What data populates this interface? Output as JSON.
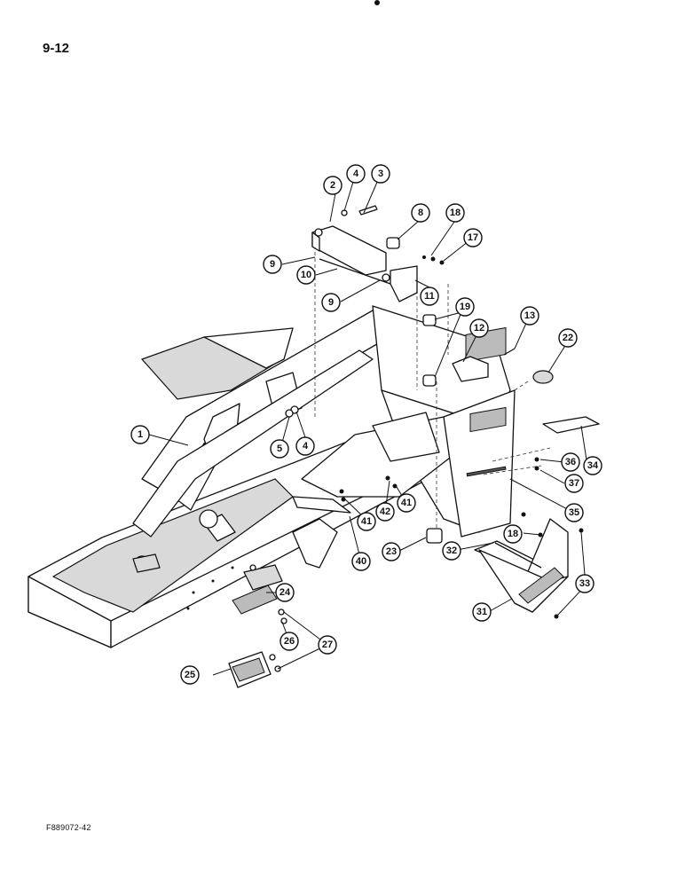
{
  "page": {
    "number": "9-12",
    "figure_id": "F889072-42"
  },
  "callouts": [
    "1",
    "2",
    "3",
    "4",
    "4",
    "5",
    "8",
    "9",
    "9",
    "10",
    "11",
    "12",
    "13",
    "17",
    "18",
    "18",
    "19",
    "22",
    "23",
    "24",
    "25",
    "26",
    "27",
    "31",
    "32",
    "33",
    "34",
    "35",
    "36",
    "37",
    "40",
    "41",
    "41",
    "42"
  ]
}
